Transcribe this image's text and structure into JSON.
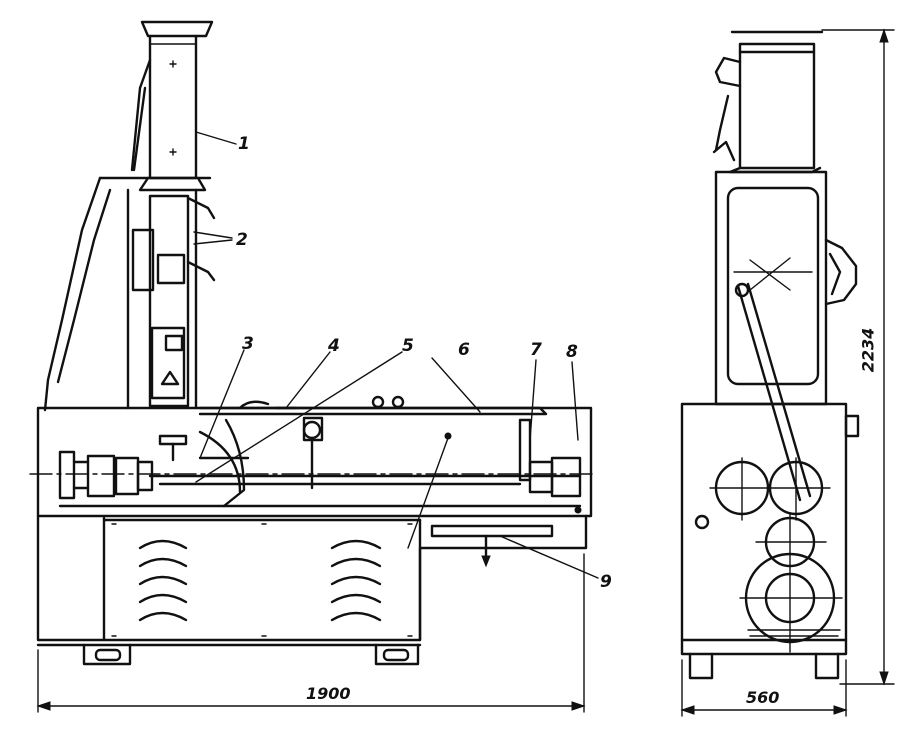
{
  "callouts": [
    "1",
    "2",
    "3",
    "4",
    "5",
    "6",
    "7",
    "8",
    "9"
  ],
  "dimensions": {
    "front_width": "1900",
    "side_width": "560",
    "height": "2234"
  }
}
